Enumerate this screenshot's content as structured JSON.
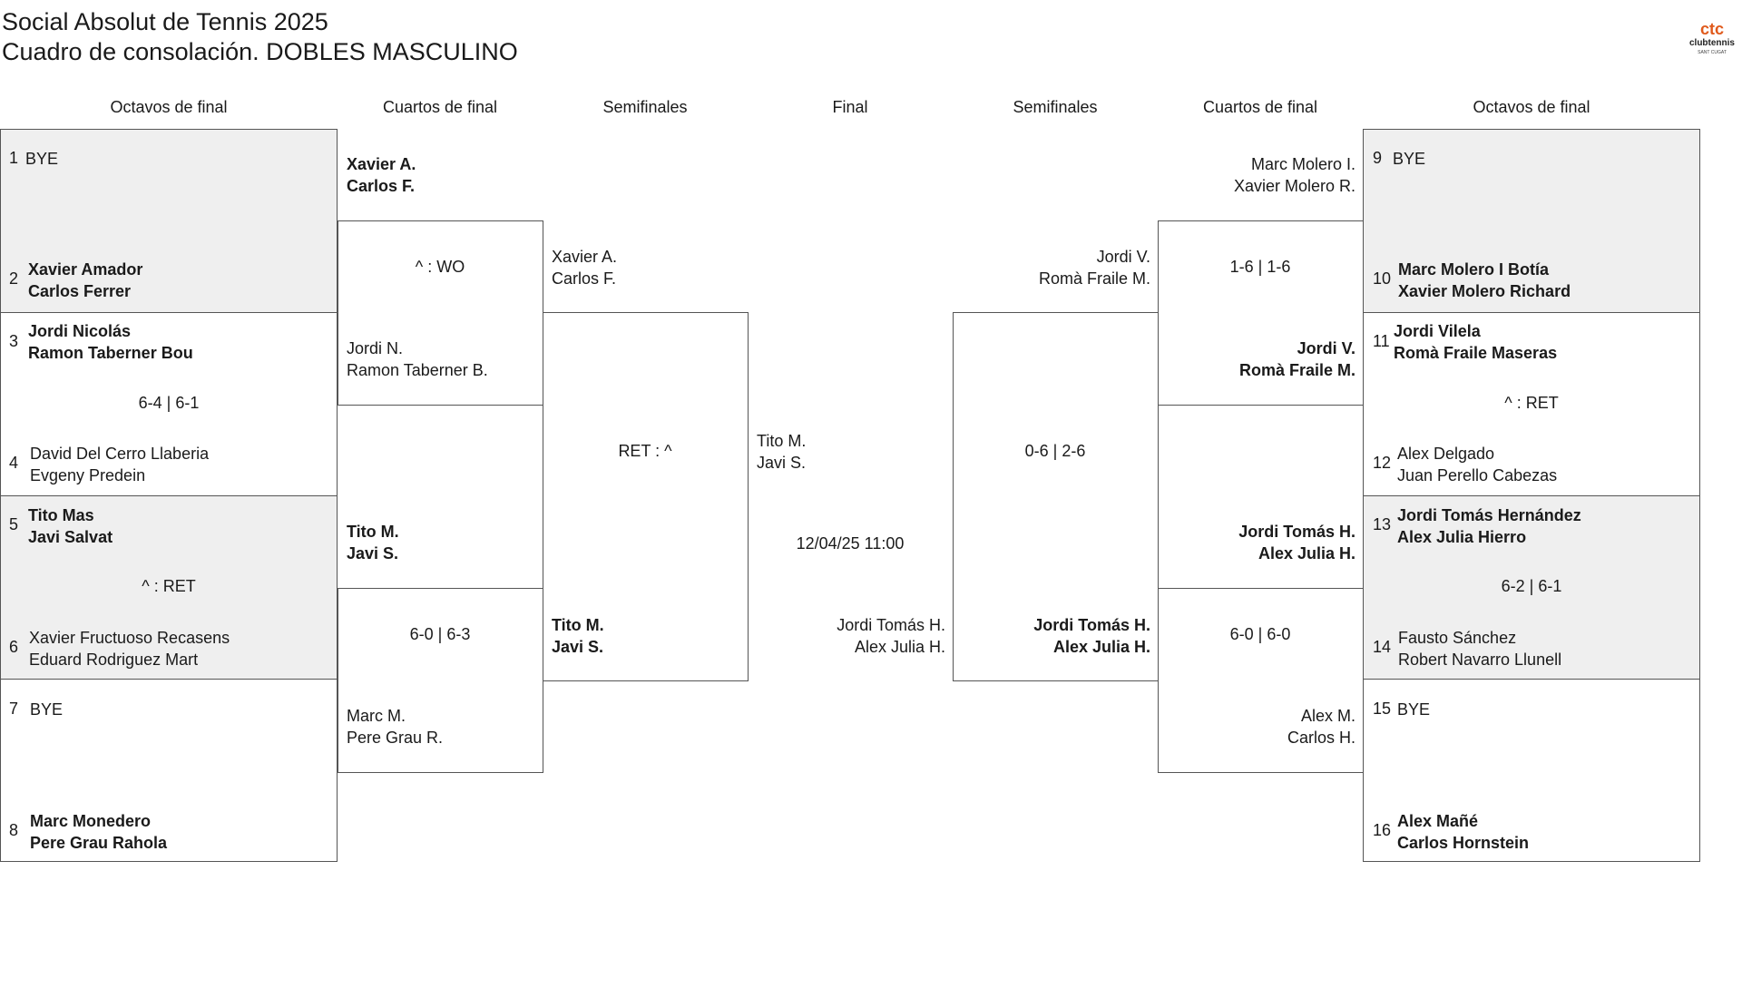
{
  "header": {
    "title": "Social Absolut de Tennis 2025",
    "subtitle": "Cuadro de consolación. DOBLES MASCULINO"
  },
  "logo": {
    "brand_top": "ctc",
    "brand_main": "clubtennis",
    "brand_sub": "SANT CUGAT",
    "color": "#e05a1c"
  },
  "rounds": {
    "left": [
      "Octavos de final",
      "Cuartos de final",
      "Semifinales"
    ],
    "final": "Final",
    "right": [
      "Semifinales",
      "Cuartos de final",
      "Octavos de final"
    ]
  },
  "left_r16": [
    {
      "num": "1",
      "p1": "BYE",
      "p2": ""
    },
    {
      "num": "2",
      "p1": "Xavier Amador",
      "p2": "Carlos Ferrer"
    },
    {
      "num": "3",
      "p1": "Jordi Nicolás",
      "p2": "Ramon Taberner Bou"
    },
    {
      "num": "4",
      "p1": "David Del Cerro Llaberia",
      "p2": "Evgeny Predein"
    },
    {
      "num": "5",
      "p1": "Tito Mas",
      "p2": "Javi Salvat"
    },
    {
      "num": "6",
      "p1": "Xavier Fructuoso Recasens",
      "p2": "Eduard Rodriguez Mart"
    },
    {
      "num": "7",
      "p1": "BYE",
      "p2": ""
    },
    {
      "num": "8",
      "p1": "Marc Monedero",
      "p2": "Pere Grau Rahola"
    }
  ],
  "left_r16_scores": [
    "",
    "6-4 | 6-1",
    "^ : RET",
    ""
  ],
  "left_qf": [
    {
      "p1": "Xavier A.",
      "p2": "Carlos F."
    },
    {
      "p1": "Jordi N.",
      "p2": "Ramon Taberner B."
    },
    {
      "p1": "Tito M.",
      "p2": "Javi S."
    },
    {
      "p1": "Marc M.",
      "p2": "Pere Grau R."
    }
  ],
  "left_qf_scores": [
    "^ : WO",
    "6-0 | 6-3"
  ],
  "left_sf": [
    {
      "p1": "Xavier A.",
      "p2": "Carlos F."
    },
    {
      "p1": "Tito M.",
      "p2": "Javi S."
    }
  ],
  "left_sf_score": "RET : ^",
  "final": {
    "left": {
      "p1": "Tito M.",
      "p2": "Javi S."
    },
    "date": "12/04/25 11:00",
    "right": {
      "p1": "Jordi Tomás H.",
      "p2": "Alex Julia H."
    }
  },
  "right_sf_score": "0-6 | 2-6",
  "right_sf": [
    {
      "p1": "Jordi V.",
      "p2": "Romà Fraile M."
    },
    {
      "p1": "Jordi Tomás H.",
      "p2": "Alex Julia H."
    }
  ],
  "right_qf": [
    {
      "p1": "Marc Molero I.",
      "p2": "Xavier Molero R."
    },
    {
      "p1": "Jordi V.",
      "p2": "Romà Fraile M."
    },
    {
      "p1": "Jordi Tomás H.",
      "p2": "Alex Julia H."
    },
    {
      "p1": "Alex M.",
      "p2": "Carlos H."
    }
  ],
  "right_qf_scores": [
    "1-6 | 1-6",
    "6-0 | 6-0"
  ],
  "right_r16": [
    {
      "num": "9",
      "p1": "BYE",
      "p2": ""
    },
    {
      "num": "10",
      "p1": "Marc Molero I Botía",
      "p2": "Xavier Molero Richard"
    },
    {
      "num": "11",
      "p1": "Jordi Vilela",
      "p2": "Romà Fraile Maseras"
    },
    {
      "num": "12",
      "p1": "Alex Delgado",
      "p2": "Juan Perello Cabezas"
    },
    {
      "num": "13",
      "p1": "Jordi Tomás Hernández",
      "p2": "Alex Julia Hierro"
    },
    {
      "num": "14",
      "p1": "Fausto Sánchez",
      "p2": "Robert Navarro Llunell"
    },
    {
      "num": "15",
      "p1": "BYE",
      "p2": ""
    },
    {
      "num": "16",
      "p1": "Alex Mañé",
      "p2": "Carlos Hornstein"
    }
  ],
  "right_r16_scores": [
    "",
    "^ : RET",
    "6-2 | 6-1",
    ""
  ]
}
